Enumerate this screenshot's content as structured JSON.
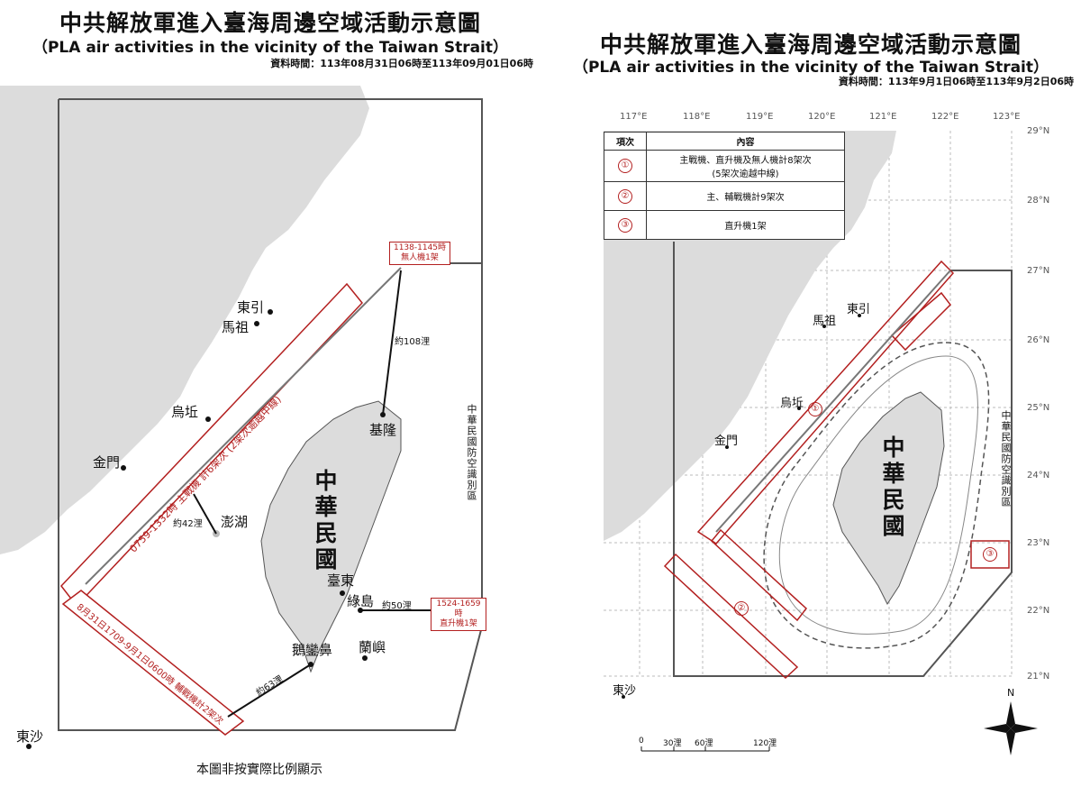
{
  "left": {
    "title_zh": "中共解放軍進入臺海周邊空域活動示意圖",
    "title_en": "（PLA air activities in the vicinity of the Taiwan Strait）",
    "period": "資料時間：113年08月31日06時至113年09月01日06時",
    "labels": {
      "dongyin": "東引",
      "mazu": "馬祖",
      "wuqiu": "烏坵",
      "kinmen": "金門",
      "penghu": "澎湖",
      "keelung": "基隆",
      "taitung": "臺東",
      "lvdao": "綠島",
      "eluanbi": "鵝鑾鼻",
      "lanyu": "蘭嶼",
      "dongsha": "東沙",
      "roc": "中華民國",
      "adiz": "中華民國防空識別區"
    },
    "boxes": {
      "drone": "1138-1145時\n無人機1架",
      "heli": "1524-1659時\n直升機1架"
    },
    "tracks": {
      "fighters": "0759-1332時 主戰機 計6架次 (2架次逾越中線)",
      "aux": "8月31日1709-9月1日0600時 輔戰機計2架次"
    },
    "distances": {
      "d108": "約108浬",
      "d42": "約42浬",
      "d50": "約50浬",
      "d63": "約63浬"
    },
    "footnote": "本圖非按實際比例顯示"
  },
  "right": {
    "title_zh": "中共解放軍進入臺海周邊空域活動示意圖",
    "title_en": "（PLA air activities in the vicinity of the Taiwan Strait）",
    "period": "資料時間：113年9月1日06時至113年9月2日06時",
    "lon": [
      "117°E",
      "118°E",
      "119°E",
      "120°E",
      "121°E",
      "122°E",
      "123°E"
    ],
    "lat": [
      "29°N",
      "28°N",
      "27°N",
      "26°N",
      "25°N",
      "24°N",
      "23°N",
      "22°N",
      "21°N"
    ],
    "legend": {
      "header_item": "項次",
      "header_content": "內容",
      "rows": [
        {
          "num": "①",
          "text": "主戰機、直升機及無人機計8架次\n(5架次逾越中線)"
        },
        {
          "num": "②",
          "text": "主、輔戰機計9架次"
        },
        {
          "num": "③",
          "text": "直升機1架"
        }
      ]
    },
    "labels": {
      "dongyin": "東引",
      "mazu": "馬祖",
      "wuqiu": "烏坵",
      "kinmen": "金門",
      "dongsha": "東沙",
      "roc": "中華民國",
      "adiz": "中華民國防空識別區",
      "area1": "①",
      "area2": "②",
      "area3": "③",
      "north": "N"
    },
    "scale": [
      "0",
      "30浬",
      "60浬",
      "120浬"
    ]
  },
  "colors": {
    "land": "#dcdcdc",
    "track": "#b32020",
    "frame": "#555555"
  }
}
